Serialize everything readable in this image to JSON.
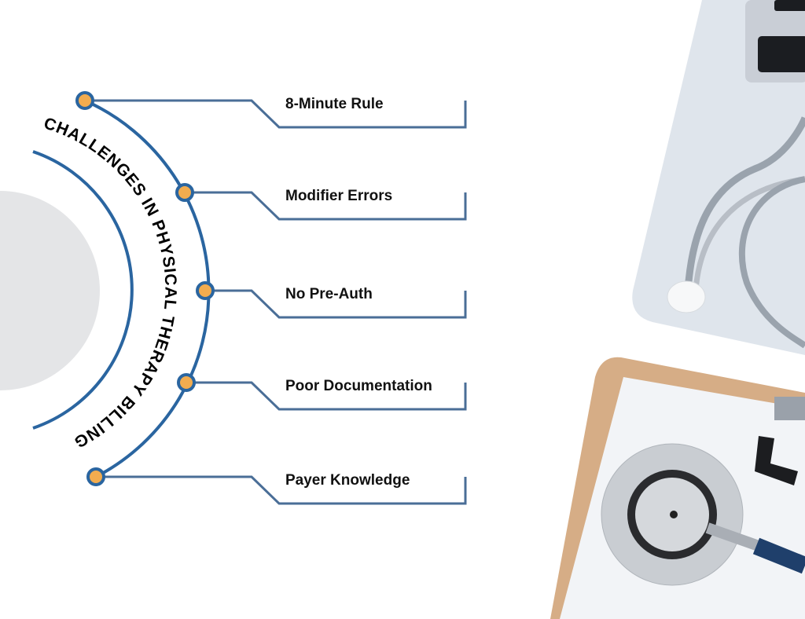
{
  "title": "CHALLENGES IN PHYSICAL THERAPY BILLING",
  "items": [
    {
      "label": "8-Minute Rule"
    },
    {
      "label": "Modifier Errors"
    },
    {
      "label": "No Pre-Auth"
    },
    {
      "label": "Poor Documentation"
    },
    {
      "label": "Payer Knowledge"
    }
  ],
  "colors": {
    "line": "#2a65a0",
    "dot": "#f2ac4f",
    "connector": "#4a6e97",
    "circle": "#e4e5e7"
  }
}
